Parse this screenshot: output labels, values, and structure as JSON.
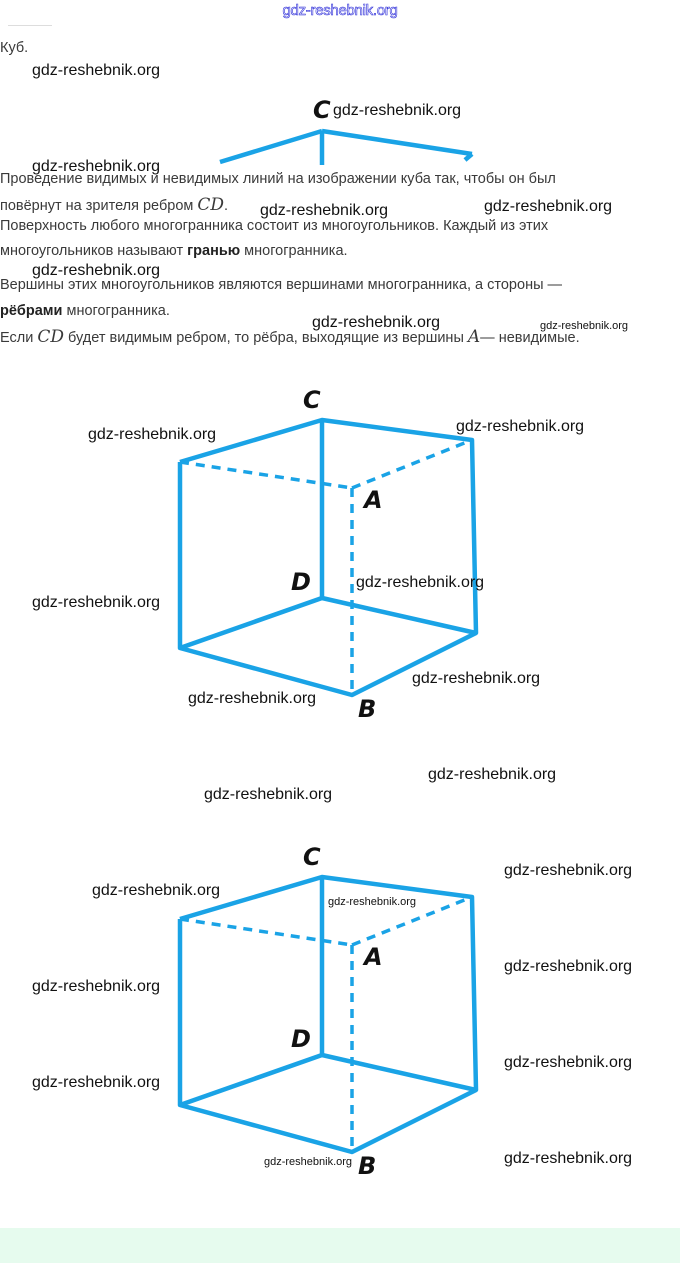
{
  "header": {
    "site_watermark": "gdz-reshebnik.org"
  },
  "title": "Куб.",
  "paragraphs": {
    "p1a": "Проведение видимых и невидимых линий на изображении куба так, чтобы он был",
    "p1b": "повёрнут на зрителя ребром ",
    "p1b_math": "CD",
    "p1b_end": ".",
    "p2a": "Поверхность любого многогранника состоит из многоугольников. Каждый из этих",
    "p2b_pre": "многоугольников называют ",
    "p2b_bold": "гранью",
    "p2b_post": " многогранника.",
    "p3a": "Вершины этих многоугольников являются вершинами многогранника, а стороны —",
    "p3b_bold": "рёбрами",
    "p3b_post": " многогранника.",
    "p4_pre": "Если ",
    "p4_math1": "CD",
    "p4_mid": " будет видимым ребром, то рёбра, выходящие из вершины ",
    "p4_math2": "A",
    "p4_post": "— невидимые."
  },
  "cube_labels": {
    "c": "C",
    "a": "A",
    "d": "D",
    "b": "B"
  },
  "watermark": "gdz-reshebnik.org",
  "colors": {
    "edge": "#1aa3e6",
    "footer": "#e6fbee"
  }
}
